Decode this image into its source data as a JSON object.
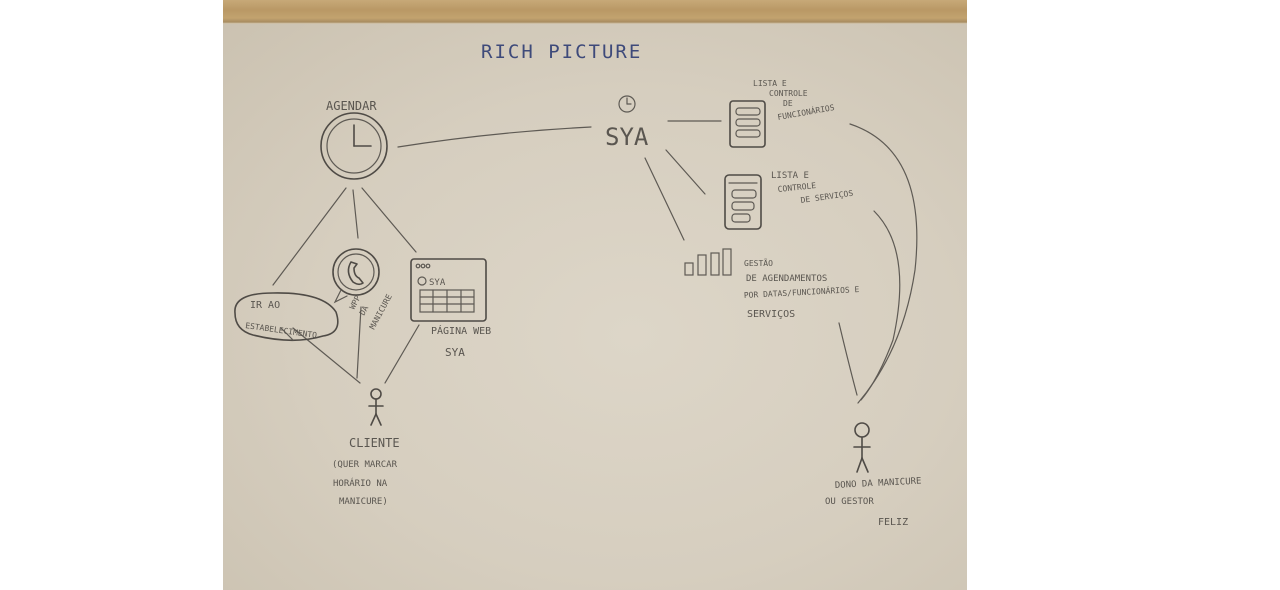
{
  "diagram": {
    "title": "RICH PICTURE",
    "nodes": {
      "agendar": "AGENDAR",
      "sya_center": "SYA",
      "ir_ao": "IR AO",
      "estabelecimento": "ESTABELECIMENTO",
      "wpp_1": "WPP",
      "wpp_2": "DA",
      "wpp_3": "MANICURE",
      "sya_window": "SYA",
      "pagina_web_1": "PÁGINA WEB",
      "pagina_web_2": "SYA",
      "cliente_1": "CLIENTE",
      "cliente_2": "(QUER MARCAR",
      "cliente_3": "HORÁRIO NA",
      "cliente_4": "MANICURE)",
      "lista_func_1": "LISTA E",
      "lista_func_2": "CONTROLE",
      "lista_func_3": "DE",
      "lista_func_4": "FUNCIONÁRIOS",
      "lista_serv_1": "LISTA E",
      "lista_serv_2": "CONTROLE",
      "lista_serv_3": "DE SERVIÇOS",
      "gestao_1": "GESTÃO",
      "gestao_2": "DE AGENDAMENTOS",
      "gestao_3": "POR DATAS/FUNCIONÁRIOS E",
      "gestao_4": "SERVIÇOS",
      "dono_1": "DONO DA MANICURE",
      "dono_2": "OU GESTOR",
      "dono_3": "FELIZ"
    }
  },
  "colors": {
    "ink": "#4f4b46",
    "title_ink": "#3e4a7a",
    "paper": "#d6cebf",
    "wood": "#c2a36f"
  }
}
